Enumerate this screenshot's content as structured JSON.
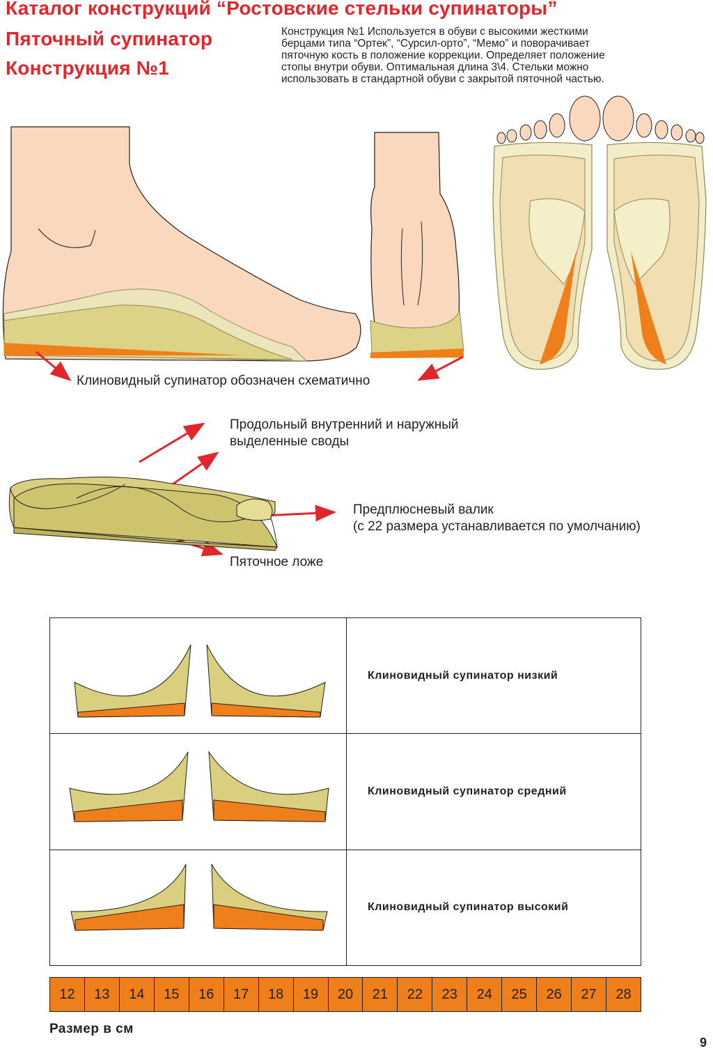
{
  "header": {
    "catalog_title": "Каталог конструкций “Ростовские стельки супинаторы”",
    "subtitle": "Пяточный супинатор",
    "construction": "Конструкция №1"
  },
  "description": {
    "line1": "Конструкция №1 Используется в обуви с высокими жесткими",
    "line2": "берцами типа “Ортек”, “Сурсил-орто”, “Мемо”  и поворачивает",
    "line3": "пяточную кость в положение коррекции. Определяет положение",
    "line4": "стопы внутри обуви. Оптимальная длина 3\\4.  Стельки можно",
    "line5": "использовать в стандартной обуви с закрытой пяточной частью."
  },
  "annotations": {
    "wedge_note": "Клиновидный супинатор обозначен схематично",
    "arches_line1": "Продольный внутренний и наружный",
    "arches_line2": "выделенные своды",
    "roll_line1": "Предплюсневый валик",
    "roll_line2": "(с 22 размера устанавливается по умолчанию)",
    "heel_bed": "Пяточное ложе"
  },
  "variants": [
    {
      "label": "Клиновидный супинатор низкий"
    },
    {
      "label": "Клиновидный супинатор средний"
    },
    {
      "label": "Клиновидный супинатор высокий"
    }
  ],
  "sizes": [
    "12",
    "13",
    "14",
    "15",
    "16",
    "17",
    "18",
    "19",
    "20",
    "21",
    "22",
    "23",
    "24",
    "25",
    "26",
    "27",
    "28"
  ],
  "size_caption": "Размер в см",
  "page_number": "9",
  "colors": {
    "title_red": "#e3262b",
    "skin": "#fad8be",
    "insole": "#d9cf7e",
    "wedge_orange": "#ef7f1a",
    "arrow_red": "#e3262b"
  }
}
